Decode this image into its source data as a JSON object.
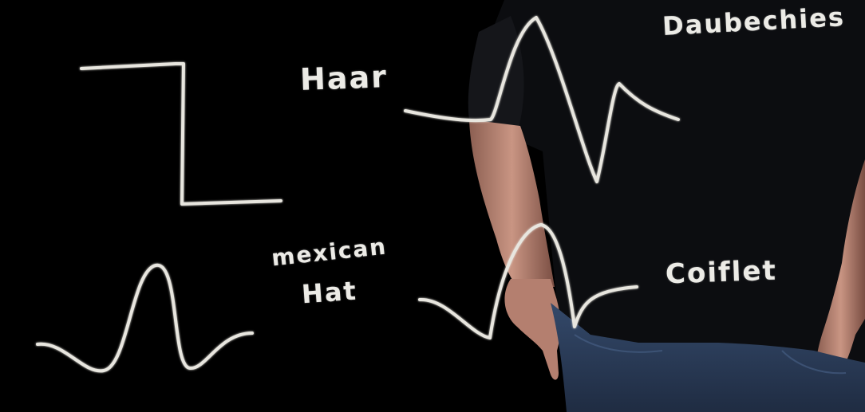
{
  "scene": {
    "description_free": true,
    "colors": {
      "background": "#000000",
      "chalk": "#e8e6df",
      "shirt": "#0c0d10",
      "skin": "#c99583",
      "jeans": "#2c3e5a"
    }
  },
  "labels": {
    "haar": "Haar",
    "daubechies": "Daubechies",
    "mexican": "mexican",
    "hat": "Hat",
    "coiflet": "Coiflet"
  }
}
